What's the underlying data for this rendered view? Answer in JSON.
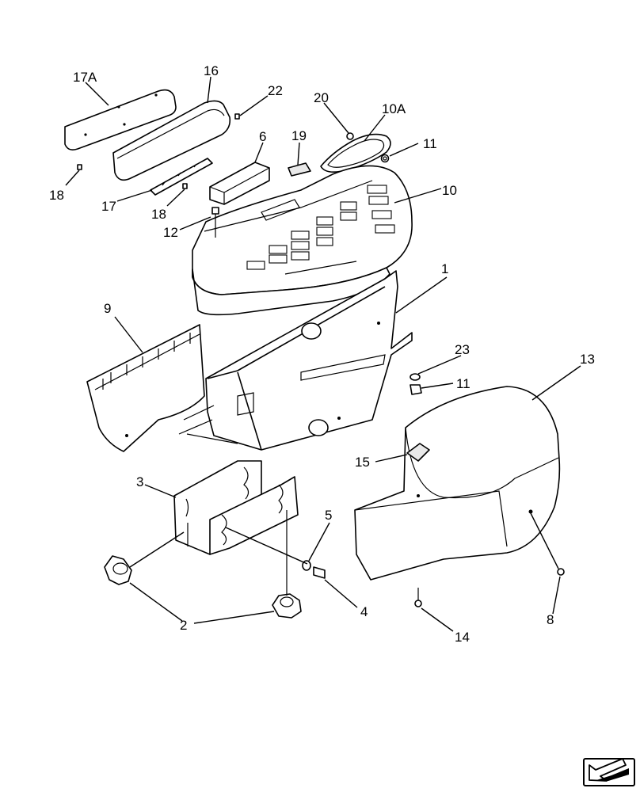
{
  "diagram": {
    "callouts": [
      "17A",
      "16",
      "22",
      "20",
      "10A",
      "11",
      "6",
      "19",
      "18",
      "17",
      "18",
      "12",
      "10",
      "1",
      "9",
      "23",
      "11",
      "13",
      "15",
      "3",
      "5",
      "4",
      "2",
      "14",
      "8"
    ]
  },
  "nav": {
    "icon": "next-page-arrow-icon"
  }
}
